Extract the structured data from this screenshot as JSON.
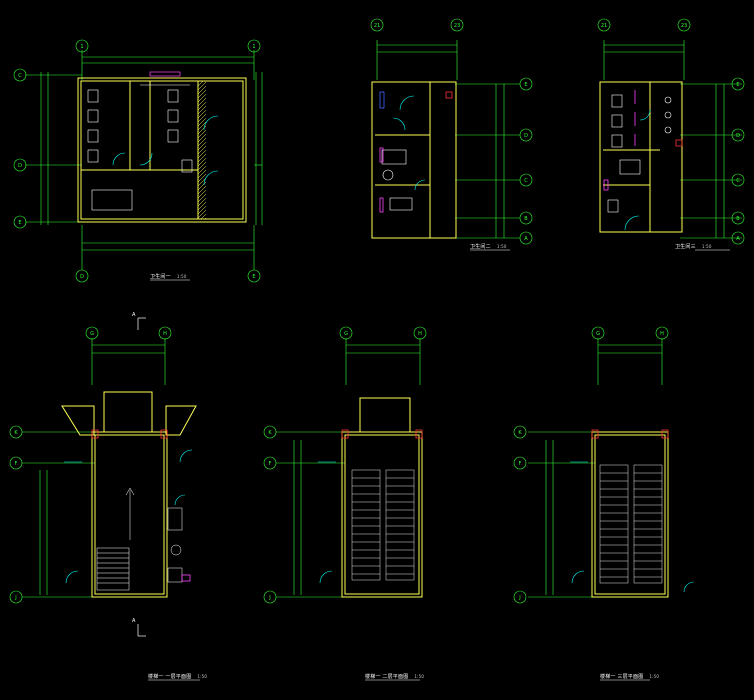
{
  "colors": {
    "background": "#000000",
    "wall": "#ffff55",
    "dimension": "#33ff33",
    "fixture": "#00ffff",
    "stair": "#ffffff",
    "marker": "#ff3333",
    "magenta": "#ff44ff",
    "blue": "#4466ff",
    "text": "#ffffff"
  },
  "icons": [
    "axis-bubble-icon",
    "door-swing-icon",
    "section-arrow-icon",
    "stair-tread-icon"
  ],
  "plans": {
    "p1": {
      "caption": "卫生间一",
      "scale": "1:50",
      "bubbles": [
        "1",
        "1",
        "C",
        "D",
        "E",
        "D",
        "E"
      ]
    },
    "p2": {
      "caption": "卫生间二",
      "scale": "1:50",
      "bubbles": [
        "21",
        "23",
        "E",
        "D",
        "C",
        "B",
        "A"
      ]
    },
    "p3": {
      "caption": "卫生间三",
      "scale": "1:50",
      "bubbles": [
        "21",
        "23",
        "E",
        "D",
        "C",
        "B",
        "A"
      ]
    },
    "p4": {
      "caption": "楼梯一 一层平面图",
      "scale": "1:50",
      "bubbles": [
        "G",
        "H",
        "K",
        "F",
        "J"
      ],
      "section_mark": "A"
    },
    "p5": {
      "caption": "楼梯一 二层平面图",
      "scale": "1:50",
      "bubbles": [
        "G",
        "H",
        "K",
        "F",
        "J"
      ]
    },
    "p6": {
      "caption": "楼梯一 三层平面图",
      "scale": "1:50",
      "bubbles": [
        "G",
        "H",
        "K",
        "F",
        "J"
      ]
    }
  }
}
